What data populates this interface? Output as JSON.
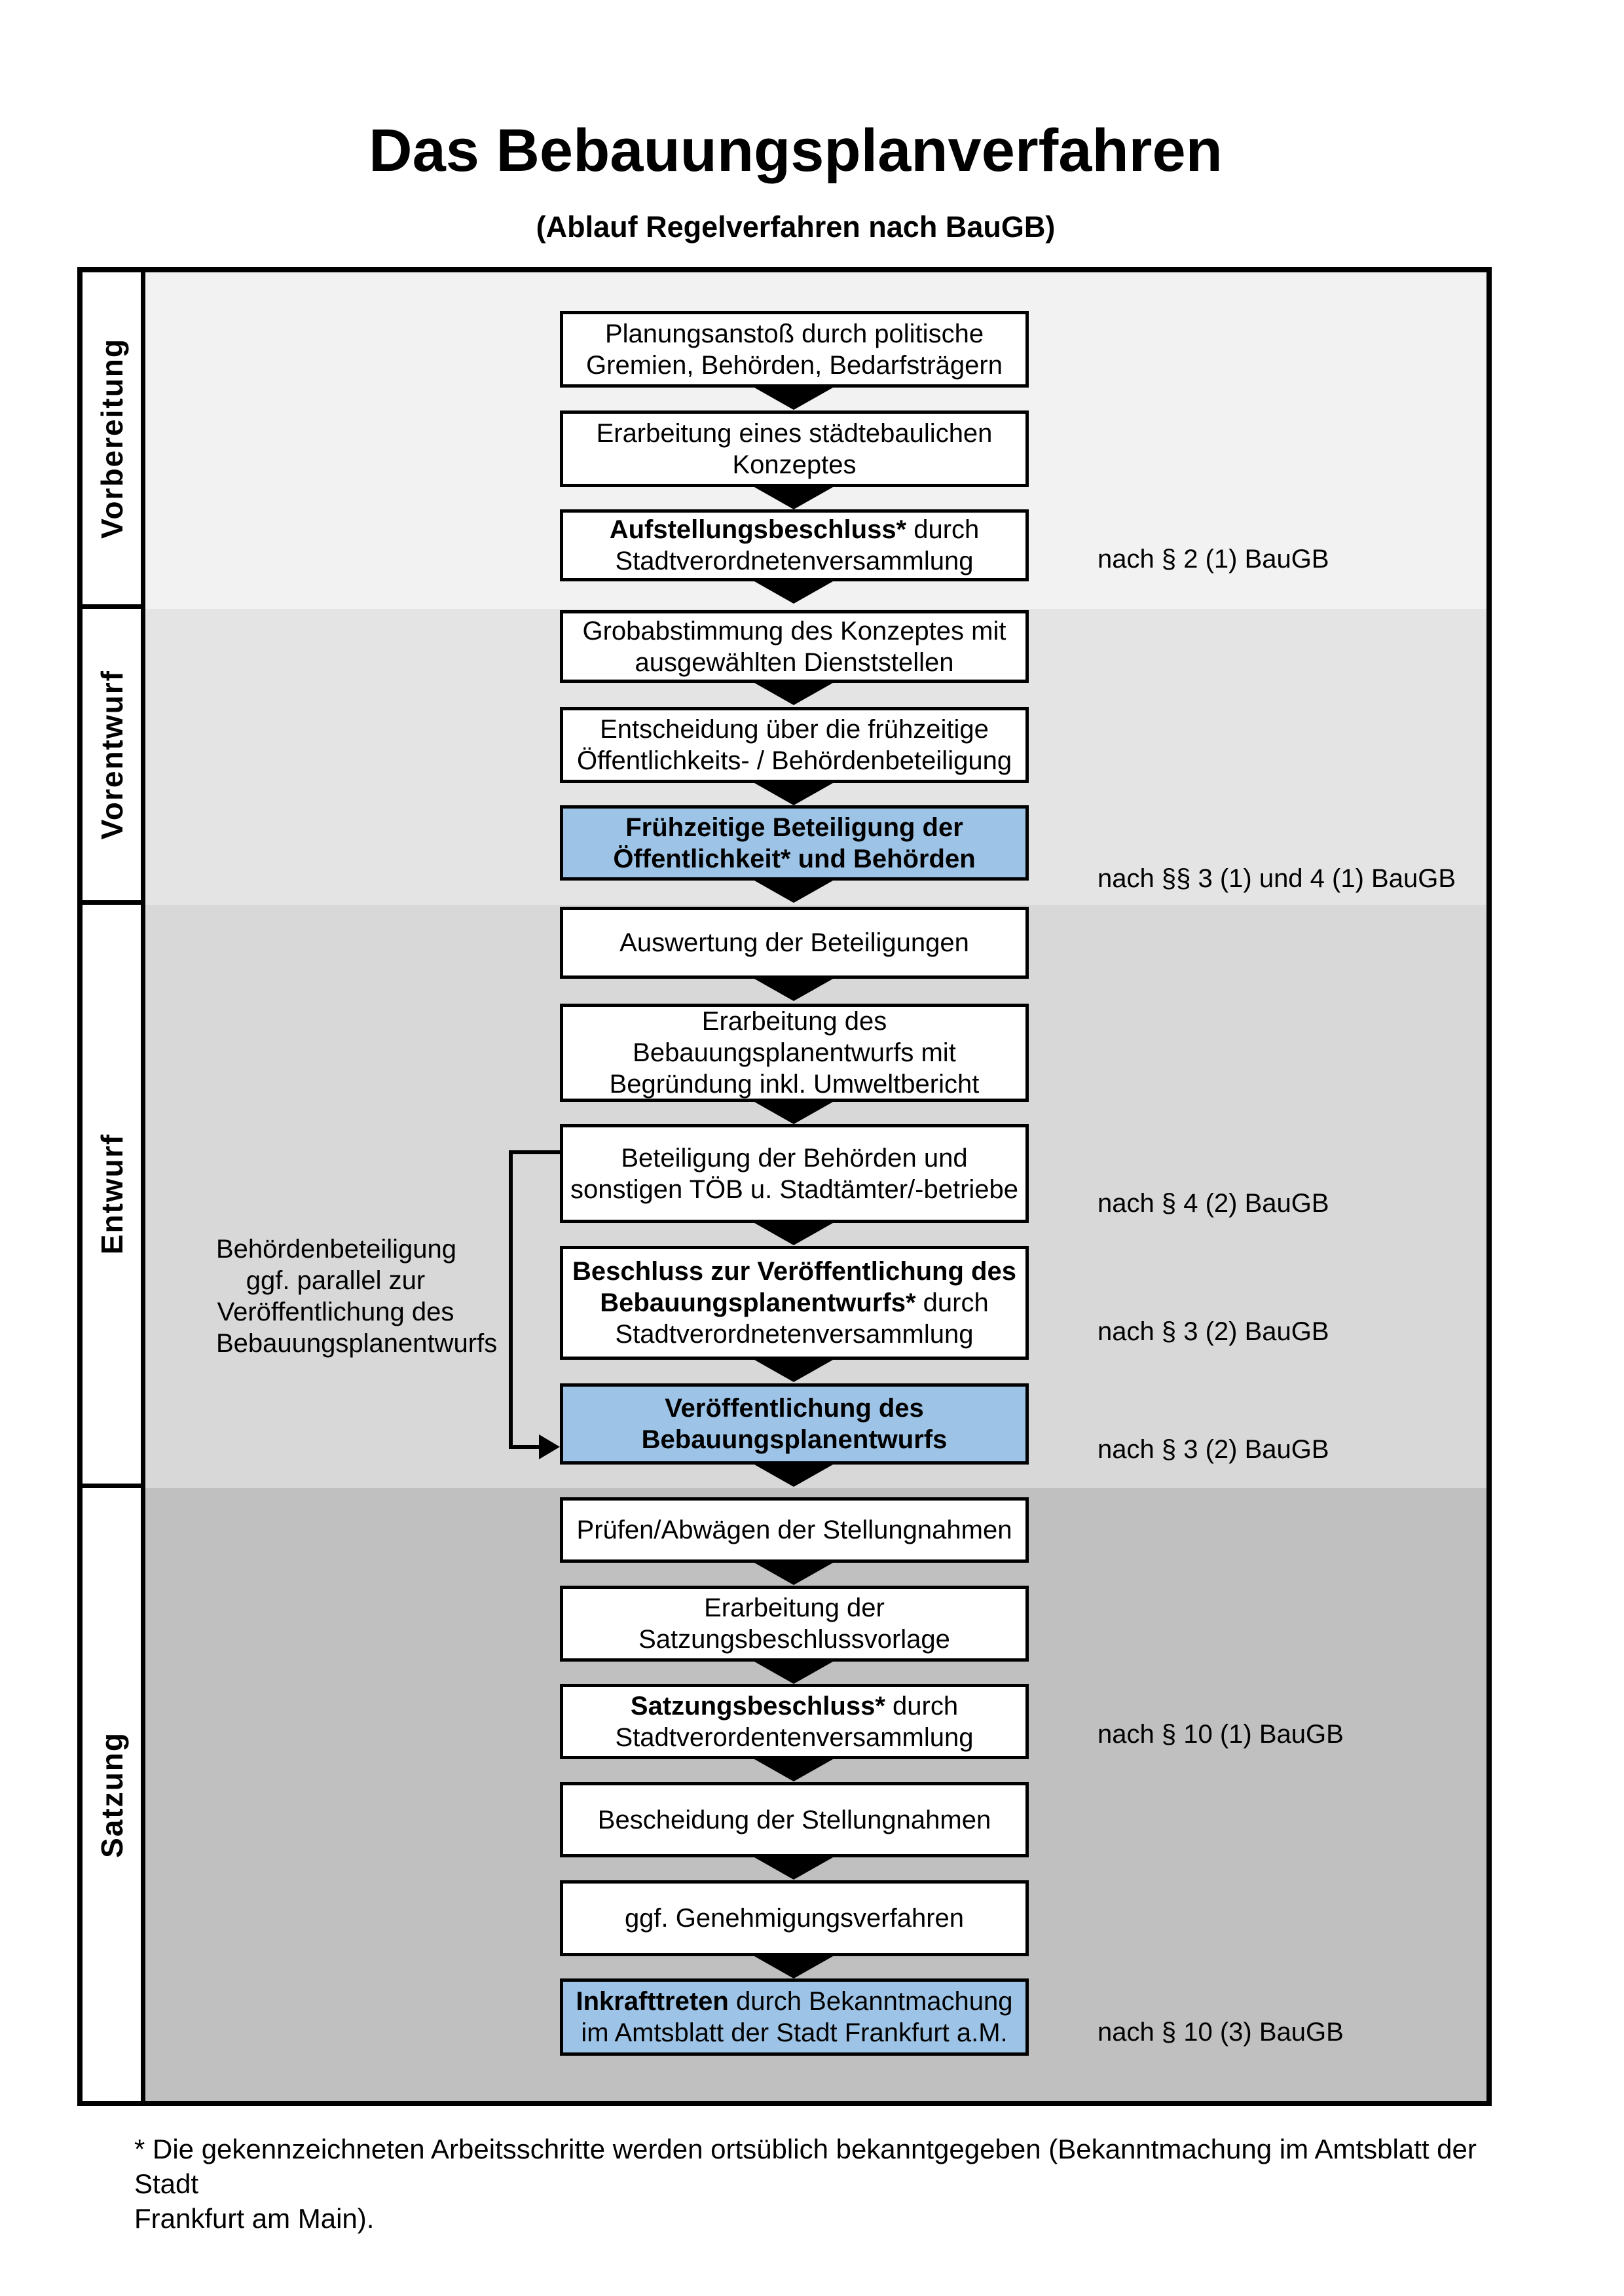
{
  "header": {
    "title": "Das Bebauungsplanverfahren",
    "subtitle": "(Ablauf Regelverfahren nach BauGB)"
  },
  "colors": {
    "highlight": "#9dc3e6",
    "box_bg": "#ffffff",
    "line": "#000000",
    "section_bg": [
      "#f2f2f2",
      "#e4e4e4",
      "#d8d8d8",
      "#c0c0c0"
    ]
  },
  "phases": [
    {
      "label": "Vorbereitung"
    },
    {
      "label": "Vorentwurf"
    },
    {
      "label": "Entwurf"
    },
    {
      "label": "Satzung"
    }
  ],
  "steps": [
    {
      "highlight": false,
      "segments": [
        {
          "text": "Planungsanstoß durch politische\nGremien, Behörden, Bedarfsträgern",
          "bold": false
        }
      ]
    },
    {
      "highlight": false,
      "segments": [
        {
          "text": "Erarbeitung eines städtebaulichen\nKonzeptes",
          "bold": false
        }
      ]
    },
    {
      "highlight": false,
      "segments": [
        {
          "text": "Aufstellungsbeschluss*",
          "bold": true
        },
        {
          "text": " durch\nStadtverordnetenversammlung",
          "bold": false
        }
      ]
    },
    {
      "highlight": false,
      "segments": [
        {
          "text": "Grobabstimmung des Konzeptes mit\nausgewählten Dienststellen",
          "bold": false
        }
      ]
    },
    {
      "highlight": false,
      "segments": [
        {
          "text": "Entscheidung über die frühzeitige\nÖffentlichkeits- / Behördenbeteiligung",
          "bold": false
        }
      ]
    },
    {
      "highlight": true,
      "segments": [
        {
          "text": "Frühzeitige Beteiligung der\nÖffentlichkeit* und Behörden",
          "bold": true
        }
      ]
    },
    {
      "highlight": false,
      "segments": [
        {
          "text": "Auswertung der Beteiligungen",
          "bold": false
        }
      ]
    },
    {
      "highlight": false,
      "segments": [
        {
          "text": "Erarbeitung des\nBebauungsplanentwurfs mit\nBegründung inkl. Umweltbericht",
          "bold": false
        }
      ]
    },
    {
      "highlight": false,
      "segments": [
        {
          "text": "Beteiligung der Behörden und\nsonstigen TÖB u. Stadtämter/-betriebe",
          "bold": false
        }
      ]
    },
    {
      "highlight": false,
      "segments": [
        {
          "text": "Beschluss zur Veröffentlichung des\nBebauungsplanentwurfs*",
          "bold": true
        },
        {
          "text": " durch\nStadtverordnetenversammlung",
          "bold": false
        }
      ]
    },
    {
      "highlight": true,
      "segments": [
        {
          "text": "Veröffentlichung des\nBebauungsplanentwurfs",
          "bold": true
        }
      ]
    },
    {
      "highlight": false,
      "segments": [
        {
          "text": "Prüfen/Abwägen der Stellungnahmen",
          "bold": false
        }
      ]
    },
    {
      "highlight": false,
      "segments": [
        {
          "text": "Erarbeitung der\nSatzungsbeschlussvorlage",
          "bold": false
        }
      ]
    },
    {
      "highlight": false,
      "segments": [
        {
          "text": "Satzungsbeschluss*",
          "bold": true
        },
        {
          "text": " durch\nStadtverordentenversammlung",
          "bold": false
        }
      ]
    },
    {
      "highlight": false,
      "segments": [
        {
          "text": "Bescheidung der Stellungnahmen",
          "bold": false
        }
      ]
    },
    {
      "highlight": false,
      "segments": [
        {
          "text": "ggf. Genehmigungsverfahren",
          "bold": false
        }
      ]
    },
    {
      "highlight": true,
      "segments": [
        {
          "text": "Inkrafttreten",
          "bold": true
        },
        {
          "text": " durch Bekanntmachung\nim Amtsblatt der Stadt Frankfurt a.M.",
          "bold": false
        }
      ]
    }
  ],
  "legal_refs": [
    {
      "text": "nach § 2 (1) BauGB"
    },
    {
      "text": "nach §§ 3 (1) und 4 (1) BauGB"
    },
    {
      "text": "nach § 4 (2) BauGB"
    },
    {
      "text": "nach § 3 (2) BauGB"
    },
    {
      "text": "nach § 3 (2) BauGB"
    },
    {
      "text": "nach § 10 (1) BauGB"
    },
    {
      "text": "nach § 10 (3) BauGB"
    }
  ],
  "side_note": {
    "text": "Behördenbeteiligung\nggf. parallel zur\nVeröffentlichung des\nBebauungsplanentwurfs"
  },
  "footnote": {
    "text": "* Die gekennzeichneten Arbeitsschritte werden ortsüblich bekanntgegeben (Bekanntmachung im Amtsblatt  der Stadt\nFrankfurt am Main)."
  }
}
